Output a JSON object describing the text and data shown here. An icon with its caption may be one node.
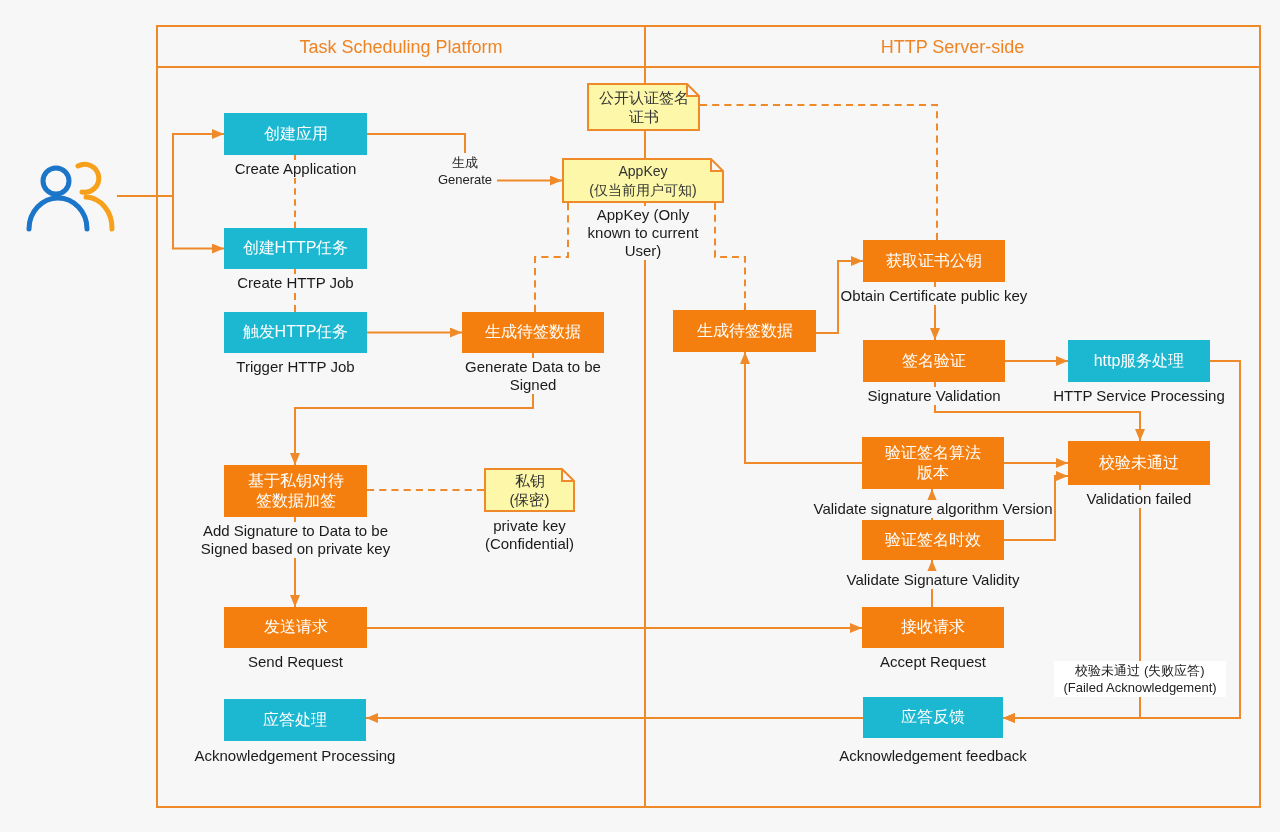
{
  "diagram": {
    "nodes": [
      {
        "text": [
          "Task Scheduling Platform"
        ]
      },
      {
        "text": [
          "HTTP Server-side"
        ]
      },
      {
        "text": [],
        "shape": "person"
      },
      {
        "text": [
          "创建应用",
          "Create Application"
        ],
        "in": 0
      },
      {
        "text": [
          "创建HTTP任务",
          "Create HTTP Job"
        ],
        "in": 0
      },
      {
        "text": [
          "触发HTTP任务",
          "Trigger HTTP Job"
        ],
        "in": 0
      },
      {
        "text": [
          "公开认证签名证书"
        ]
      },
      {
        "text": [
          "AppKey (仅当前用户可知)",
          "AppKey (Only known to current User)"
        ]
      },
      {
        "text": [
          "生成待签数据",
          "Generate Data to be Signed"
        ],
        "in": 0
      },
      {
        "text": [
          "基于私钥对待签数据加签",
          "Add Signature to Data to be Signed based on private key"
        ],
        "in": 0
      },
      {
        "text": [
          "私钥(保密)",
          "private key (Confidential)"
        ],
        "in": 0
      },
      {
        "text": [
          "发送请求",
          "Send Request"
        ],
        "in": 0
      },
      {
        "text": [
          "应答处理",
          "Acknowledgement Processing"
        ],
        "in": 0
      },
      {
        "text": [
          "生成待签数据"
        ],
        "in": 1
      },
      {
        "text": [
          "获取证书公钥",
          "Obtain Certificate public key"
        ],
        "in": 1
      },
      {
        "text": [
          "签名验证",
          "Signature Validation"
        ],
        "in": 1
      },
      {
        "text": [
          "http服务处理",
          "HTTP Service Processing"
        ],
        "in": 1
      },
      {
        "text": [
          "验证签名算法版本",
          "Validate signature algorithm Version"
        ],
        "in": 1
      },
      {
        "text": [
          "校验未通过",
          "Validation failed"
        ],
        "in": 1
      },
      {
        "text": [
          "验证签名时效",
          "Validate Signature Validity"
        ],
        "in": 1
      },
      {
        "text": [
          "接收请求",
          "Accept Request"
        ],
        "in": 1
      },
      {
        "text": [
          "应答反馈",
          "Acknowledgement feedback"
        ],
        "in": 1
      }
    ],
    "edges": [
      {
        "from": 2,
        "to": 3,
        "arrow": "to"
      },
      {
        "from": 2,
        "to": 4,
        "arrow": "to"
      },
      {
        "from": 3,
        "to": 4,
        "arrow": "none",
        "style": "dashed"
      },
      {
        "from": 4,
        "to": 5,
        "arrow": "none",
        "style": "dashed"
      },
      {
        "from": 3,
        "to": 7,
        "arrow": "to",
        "label": "生成 Generate"
      },
      {
        "from": 5,
        "to": 8,
        "arrow": "to"
      },
      {
        "from": 7,
        "to": 8,
        "arrow": "none",
        "style": "dashed"
      },
      {
        "from": 7,
        "to": 13,
        "arrow": "none",
        "style": "dashed"
      },
      {
        "from": 6,
        "to": 14,
        "arrow": "none",
        "style": "dashed"
      },
      {
        "from": 8,
        "to": 9,
        "arrow": "to"
      },
      {
        "from": 9,
        "to": 10,
        "arrow": "none",
        "style": "dashed"
      },
      {
        "from": 9,
        "to": 11,
        "arrow": "to"
      },
      {
        "from": 11,
        "to": 20,
        "arrow": "to"
      },
      {
        "from": 20,
        "to": 19,
        "arrow": "to"
      },
      {
        "from": 19,
        "to": 17,
        "arrow": "to"
      },
      {
        "from": 17,
        "to": 13,
        "arrow": "to"
      },
      {
        "from": 13,
        "to": 14,
        "arrow": "to"
      },
      {
        "from": 14,
        "to": 15,
        "arrow": "to"
      },
      {
        "from": 15,
        "to": 16,
        "arrow": "to"
      },
      {
        "from": 15,
        "to": 18,
        "arrow": "to"
      },
      {
        "from": 17,
        "to": 18,
        "arrow": "to"
      },
      {
        "from": 19,
        "to": 18,
        "arrow": "to"
      },
      {
        "from": 16,
        "to": 21,
        "arrow": "to"
      },
      {
        "from": 18,
        "to": 21,
        "arrow": "to",
        "label": "校验未通过 (失败应答) (Failed Acknowledgement)"
      },
      {
        "from": 21,
        "to": 12,
        "arrow": "to"
      }
    ]
  }
}
